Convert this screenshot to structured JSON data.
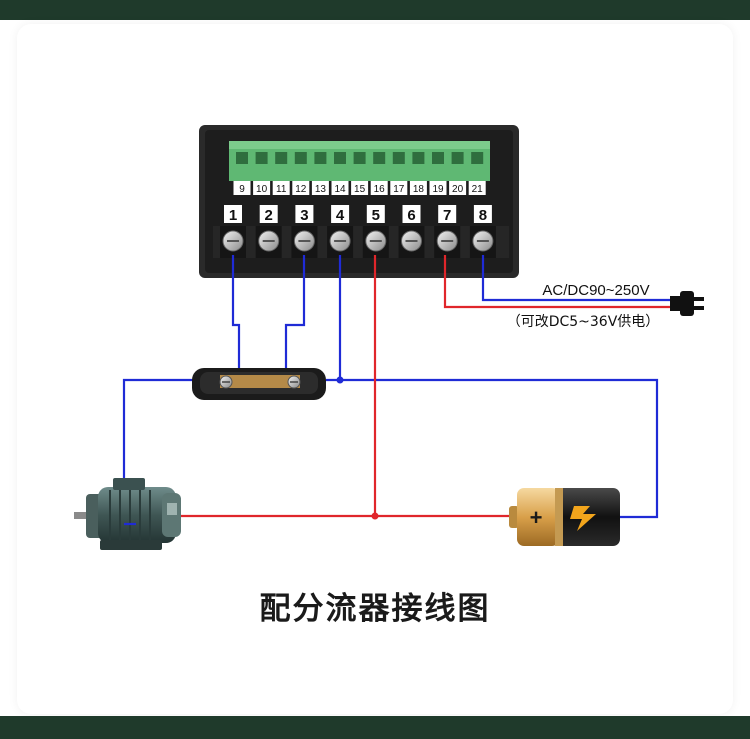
{
  "caption": "配分流器接线图",
  "power_label": "AC/DC90~250V",
  "power_note": "（可改DC5~36V供电）",
  "battery_symbol": "+",
  "top_terminals": [
    "9",
    "10",
    "11",
    "12",
    "13",
    "14",
    "15",
    "16",
    "17",
    "18",
    "19",
    "20",
    "21"
  ],
  "bottom_terminals": [
    "1",
    "2",
    "3",
    "4",
    "5",
    "6",
    "7",
    "8"
  ],
  "wire_colors": {
    "blue": "#1f2bd6",
    "red": "#e0262b"
  },
  "icons": {
    "plug": "power-plug-icon",
    "battery": "battery-icon",
    "motor": "electric-motor-icon",
    "shunt": "shunt-resistor-icon",
    "controller": "controller-unit-icon"
  }
}
